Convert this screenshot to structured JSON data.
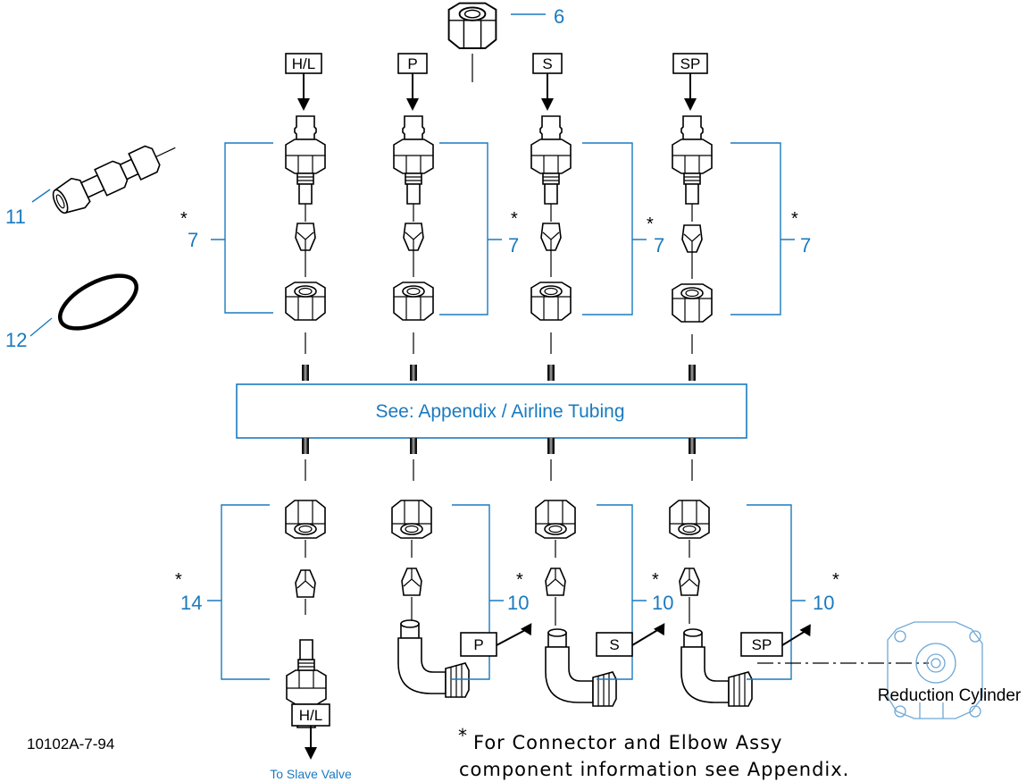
{
  "callouts": {
    "c6": "6",
    "c7": "7",
    "c10": "10",
    "c11": "11",
    "c12": "12",
    "c14": "14",
    "star": "*"
  },
  "tags": {
    "hl": "H/L",
    "p": "P",
    "s": "S",
    "sp": "SP"
  },
  "banner": "See: Appendix / Airline Tubing",
  "reduction_cylinder": "Reduction Cylinder",
  "to_slave_valve": "To Slave Valve",
  "drawing_number": "10102A-7-94",
  "footnote": {
    "star": "*",
    "line1": "For Connector and Elbow Assy",
    "line2": "component information see Appendix."
  },
  "colors": {
    "callout_blue": "#1a7abf",
    "ghost_blue": "#6fa8d6",
    "ink": "#000000"
  }
}
